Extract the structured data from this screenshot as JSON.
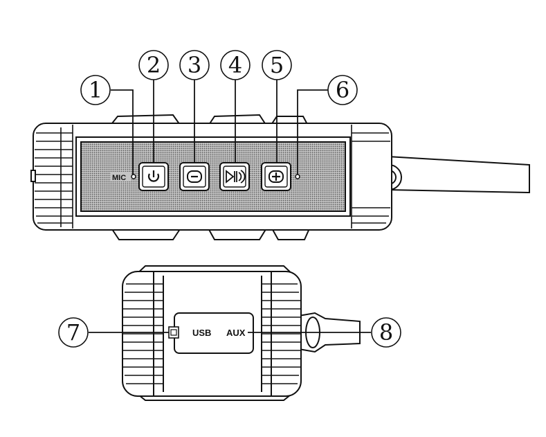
{
  "callouts": [
    "1",
    "2",
    "3",
    "4",
    "5",
    "6",
    "7",
    "8"
  ],
  "front_panel": {
    "mic_label": "MIC",
    "buttons": [
      {
        "icon": "power-icon"
      },
      {
        "icon": "minus-icon"
      },
      {
        "icon": "play-pause-icon"
      },
      {
        "icon": "plus-icon"
      }
    ]
  },
  "side_panel": {
    "usb_label": "USB",
    "aux_label": "AUX"
  },
  "colors": {
    "ink": "#111111",
    "grille": "#a8a8a8",
    "background": "#ffffff"
  }
}
